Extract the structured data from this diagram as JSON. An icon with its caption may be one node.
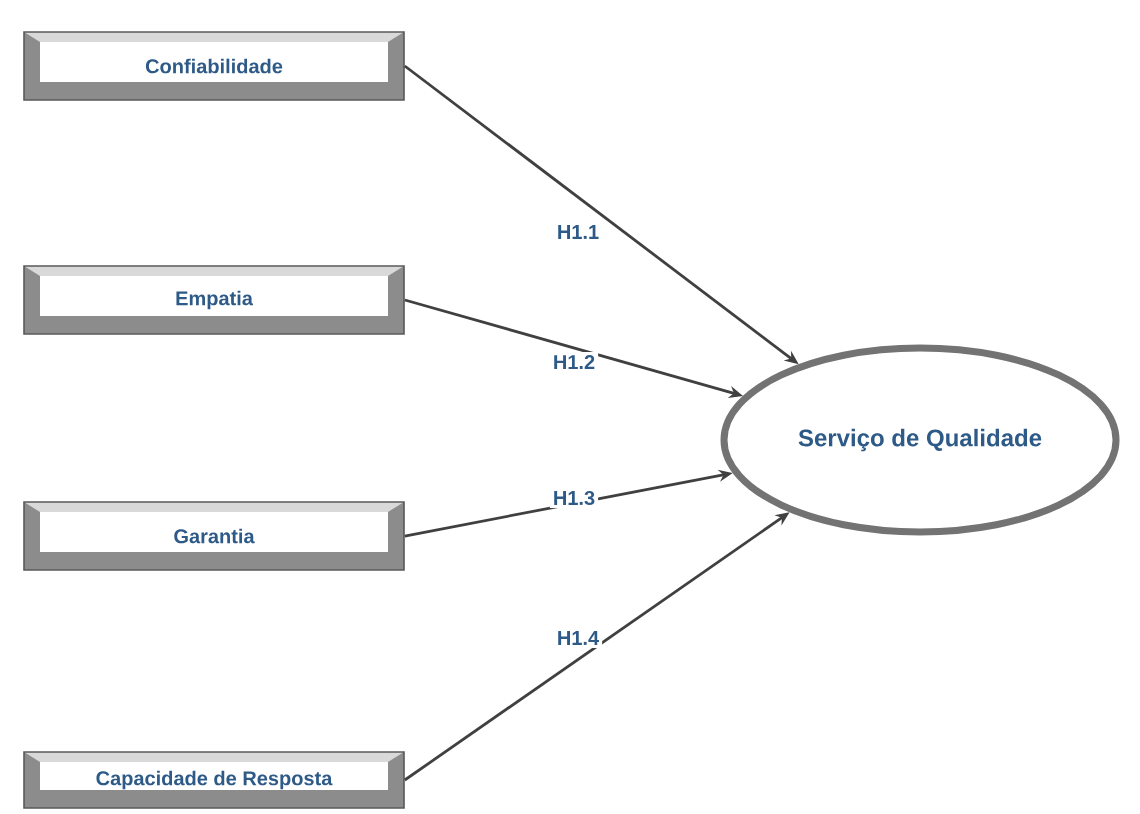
{
  "diagram": {
    "nodes": [
      {
        "text": [
          "Confiabilidade"
        ]
      },
      {
        "text": [
          "Empatia"
        ]
      },
      {
        "text": [
          "Garantia"
        ]
      },
      {
        "text": [
          "Capacidade de Resposta"
        ]
      },
      {
        "text": [
          "Serviço de Qualidade"
        ]
      }
    ],
    "edges": [
      {
        "from": 0,
        "to": 4,
        "arrow": "to",
        "label": "H1.1"
      },
      {
        "from": 1,
        "to": 4,
        "arrow": "to",
        "label": "H1.2"
      },
      {
        "from": 2,
        "to": 4,
        "arrow": "to",
        "label": "H1.3"
      },
      {
        "from": 3,
        "to": 4,
        "arrow": "to",
        "label": "H1.4"
      }
    ]
  }
}
